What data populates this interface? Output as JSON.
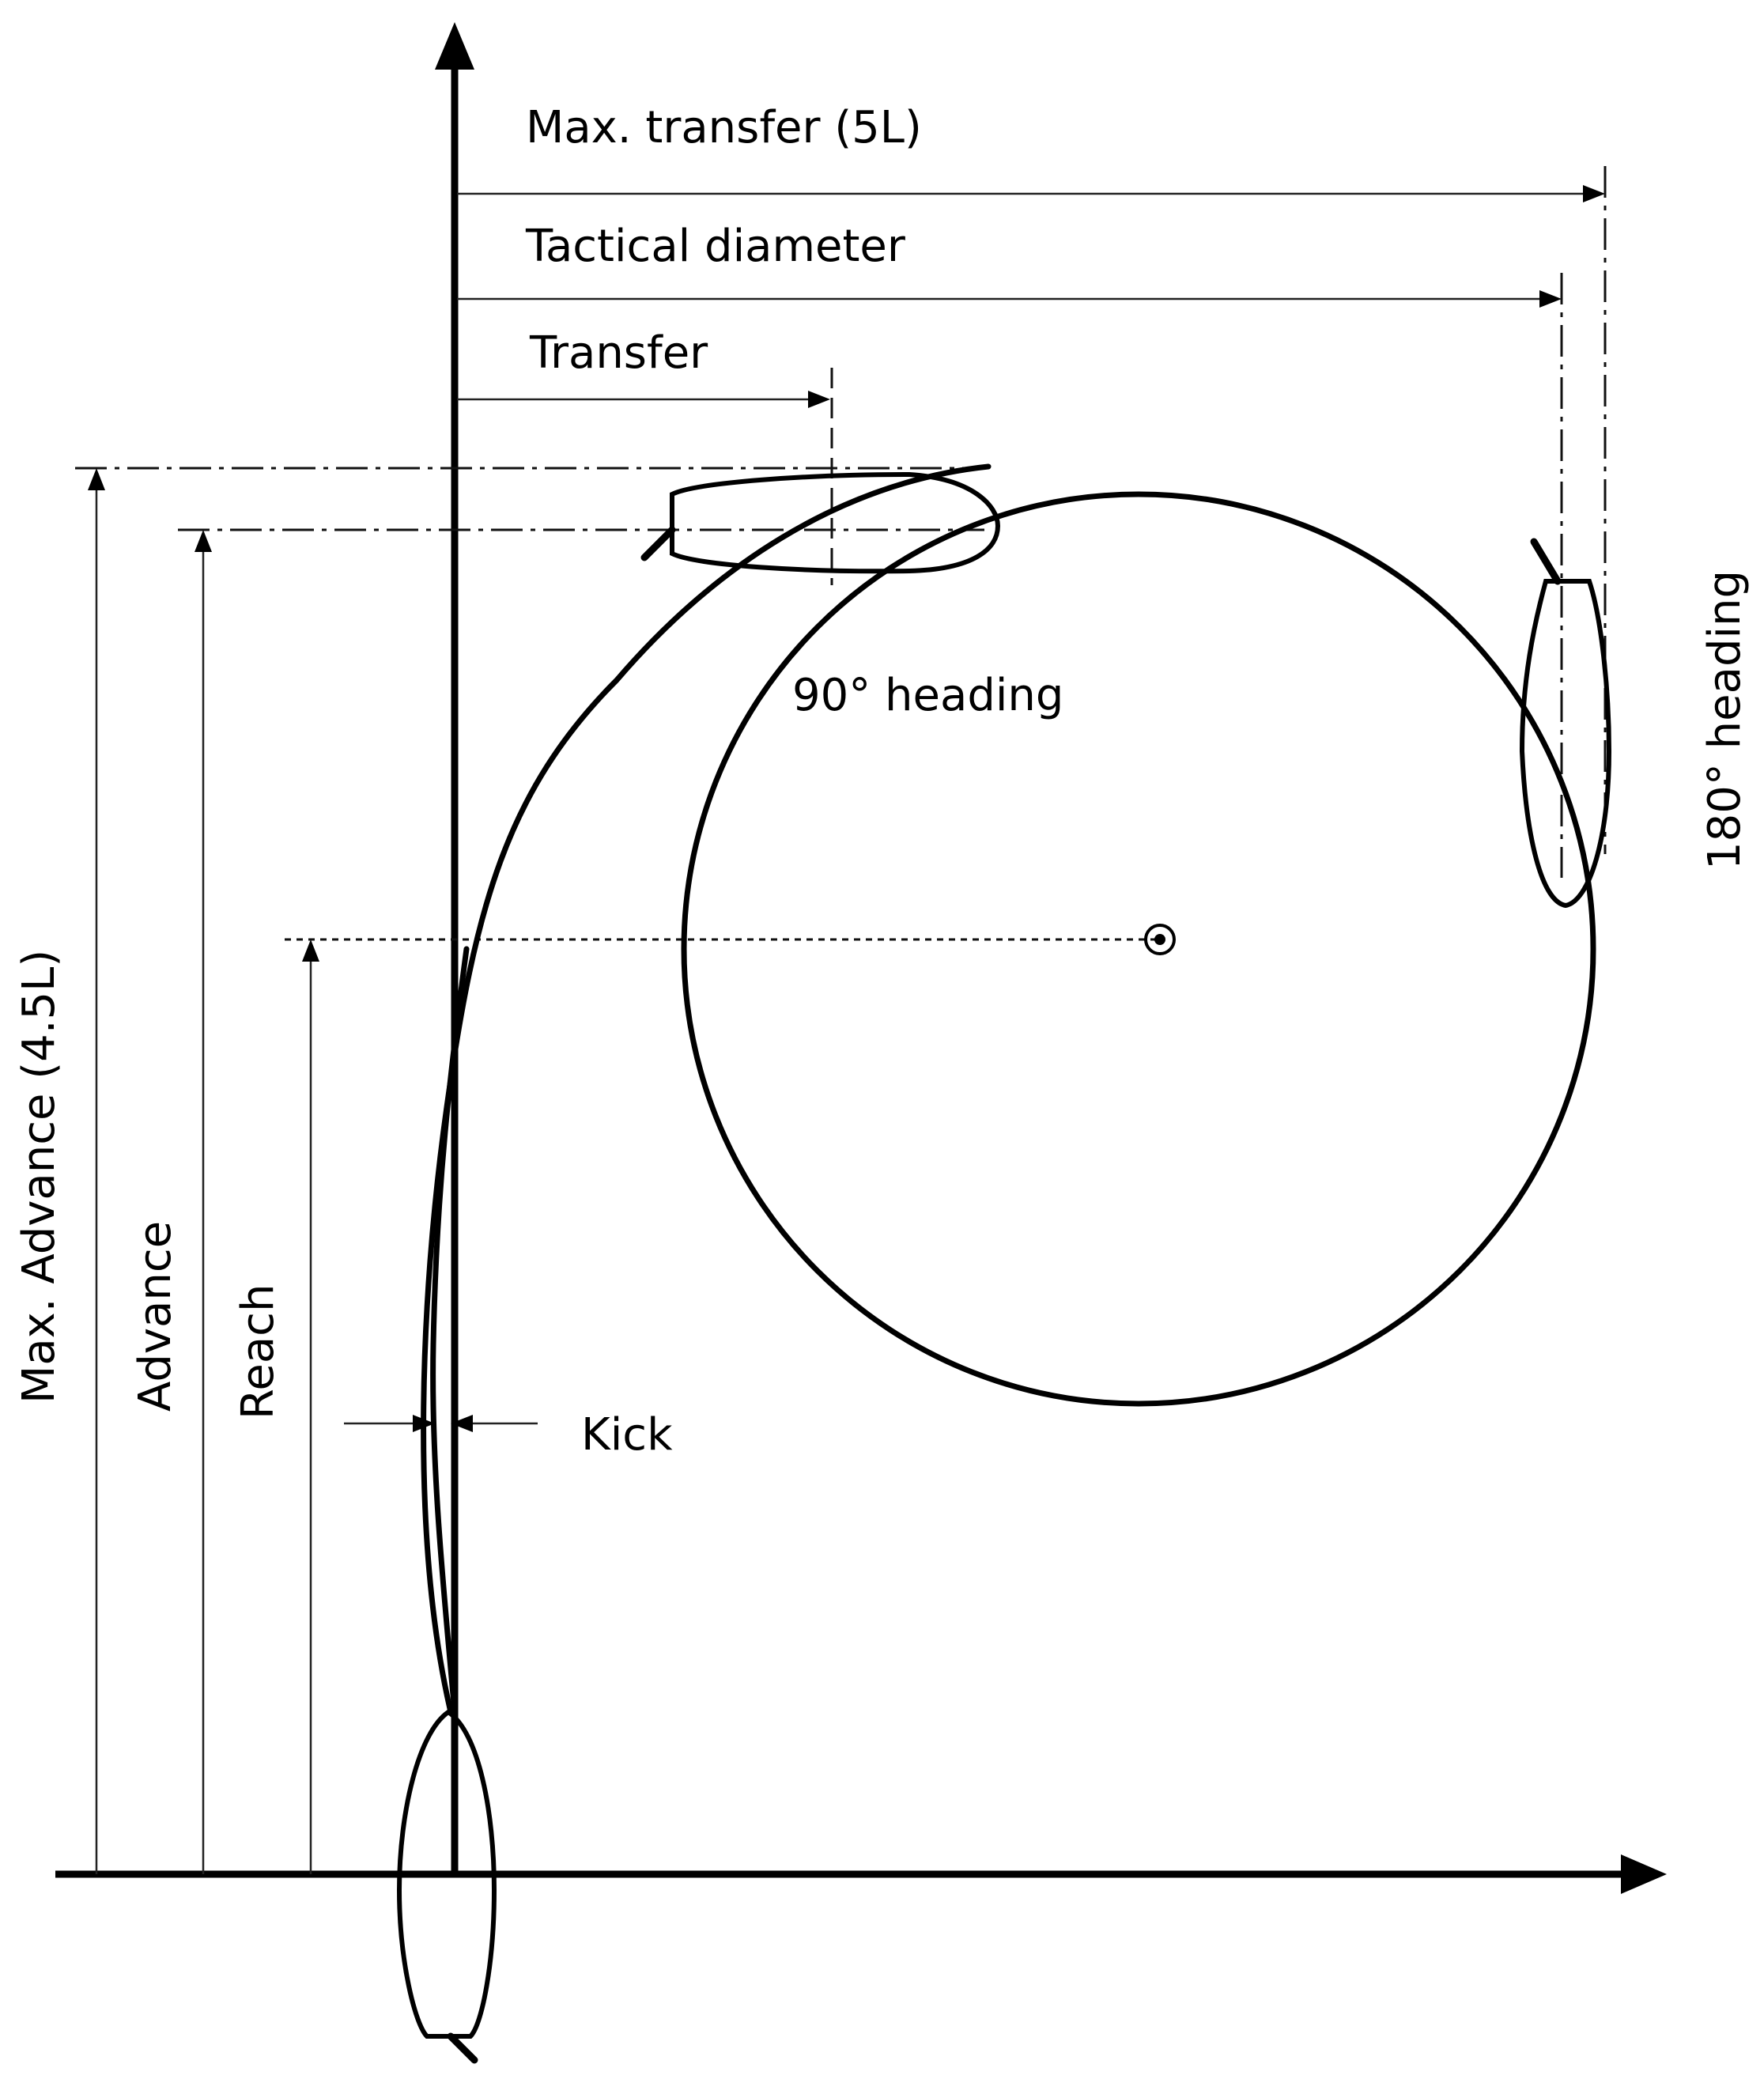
{
  "labels": {
    "max_transfer": "Max. transfer (5L)",
    "tactical_diameter": "Tactical diameter",
    "transfer": "Transfer",
    "heading_90": "90°  heading",
    "heading_180": "180°  heading",
    "max_advance": "Max. Advance (4.5L)",
    "advance": "Advance",
    "reach": "Reach",
    "kick": "Kick"
  }
}
